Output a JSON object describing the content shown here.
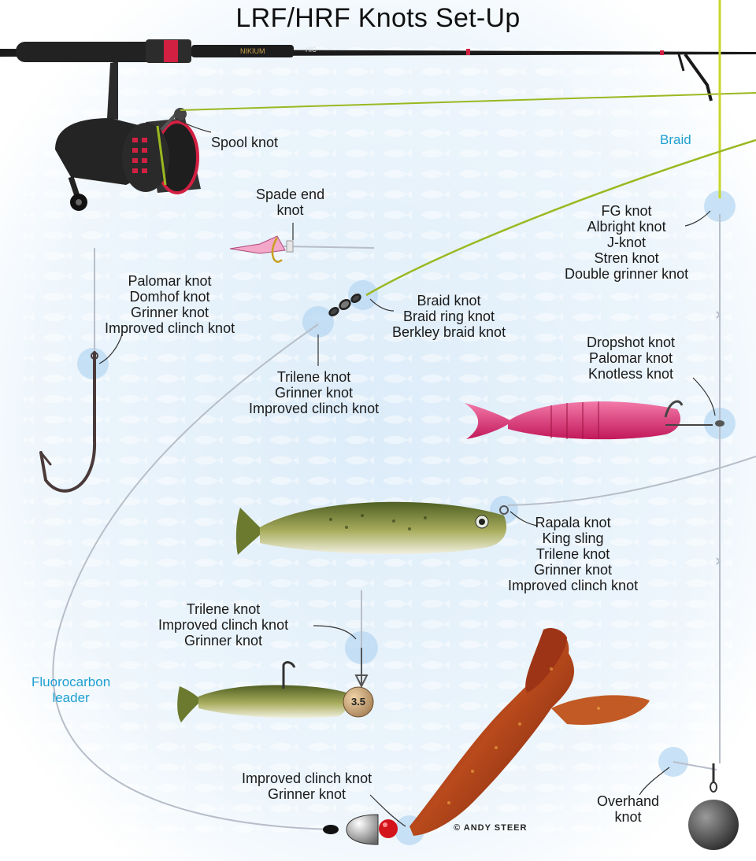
{
  "title": "LRF/HRF Knots Set-Up",
  "credit": "© ANDY STEER",
  "jig_weight": "3.5",
  "line_labels": {
    "braid": "Braid",
    "fluorocarbon": [
      "Fluorocarbon",
      "leader"
    ]
  },
  "knot_groups": {
    "spool": [
      "Spool knot"
    ],
    "spade_end": [
      "Spade end",
      "knot"
    ],
    "hook": [
      "Palomar knot",
      "Domhof knot",
      "Grinner knot",
      "Improved clinch knot"
    ],
    "braid_swivel": [
      "Braid knot",
      "Braid ring knot",
      "Berkley braid knot"
    ],
    "swivel_leader": [
      "Trilene knot",
      "Grinner knot",
      "Improved clinch knot"
    ],
    "braid_leader": [
      "FG knot",
      "Albright knot",
      "J-knot",
      "Stren knot",
      "Double grinner knot"
    ],
    "dropshot": [
      "Dropshot knot",
      "Palomar knot",
      "Knotless knot"
    ],
    "lure": [
      "Rapala knot",
      "King sling",
      "Trilene knot",
      "Grinner knot",
      "Improved clinch knot"
    ],
    "jighead": [
      "Trilene knot",
      "Improved clinch knot",
      "Grinner knot"
    ],
    "texas_rig": [
      "Improved clinch knot",
      "Grinner knot"
    ],
    "weight": [
      "Overhand",
      "knot"
    ]
  },
  "colors": {
    "braid": "#9ab820",
    "fluoro": "#a9b3c2",
    "accent": "#1e9fd1",
    "knot_halo": "#b8d8f3"
  }
}
